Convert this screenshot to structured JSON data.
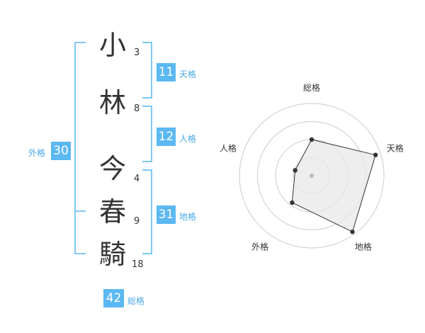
{
  "name": {
    "characters": [
      {
        "char": "小",
        "strokes": "3"
      },
      {
        "char": "林",
        "strokes": "8"
      },
      {
        "char": "今",
        "strokes": "4"
      },
      {
        "char": "春",
        "strokes": "9"
      },
      {
        "char": "騎",
        "strokes": "18"
      }
    ]
  },
  "fortunes": {
    "tenkaku": {
      "label": "天格",
      "value": 11
    },
    "jinkaku": {
      "label": "人格",
      "value": 12
    },
    "chikaku": {
      "label": "地格",
      "value": 31
    },
    "gaikaku": {
      "label": "外格",
      "value": 30
    },
    "soukaku": {
      "label": "総格",
      "value": 42
    }
  },
  "colors": {
    "accent": "#5bb8f2",
    "bracket": "#7ec8f5",
    "text": "#333333"
  },
  "radar": {
    "axes": [
      "総格",
      "天格",
      "地格",
      "外格",
      "人格"
    ],
    "values": [
      0.5,
      0.93,
      0.96,
      0.46,
      0.24
    ]
  }
}
